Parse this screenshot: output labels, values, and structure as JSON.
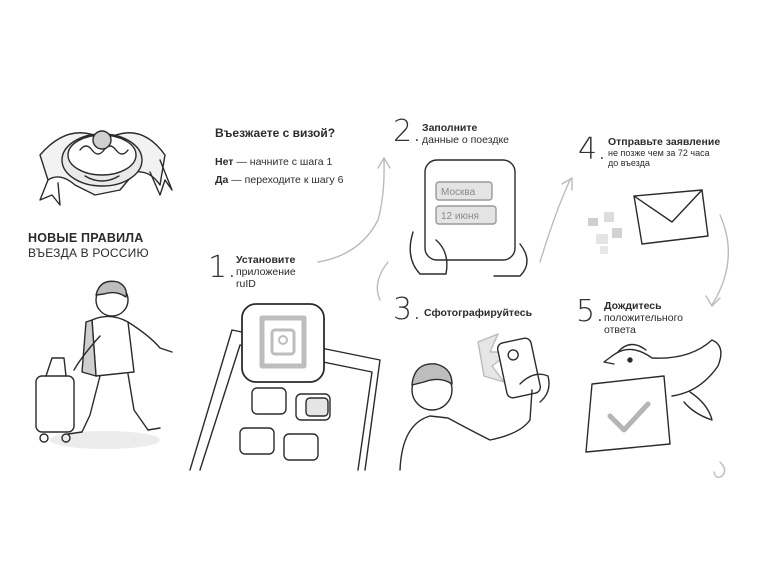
{
  "title": {
    "line1": "НОВЫЕ ПРАВИЛА",
    "line2": "ВЪЕЗДА В РОССИЮ"
  },
  "visa": {
    "question": "Въезжаете с визой?",
    "no_label": "Нет",
    "no_text": " — начните с шага 1",
    "yes_label": "Да",
    "yes_text": " — переходите к шагу 6"
  },
  "steps": [
    {
      "number": "1.",
      "heading": "Установите",
      "lines": [
        "приложение",
        "ruID"
      ]
    },
    {
      "number": "2.",
      "heading": "Заполните",
      "lines": [
        "данные о поездке"
      ]
    },
    {
      "number": "3.",
      "heading": "Сфотографируйтесь",
      "lines": []
    },
    {
      "number": "4.",
      "heading": "Отправьте заявление",
      "lines": [
        "не позже чем за 72 часа",
        "до въезда"
      ]
    },
    {
      "number": "5.",
      "heading": "Дождитесь",
      "lines": [
        "положительного",
        "ответа"
      ]
    }
  ],
  "phone_form": {
    "field1": "Москва",
    "field2": "12 июня"
  },
  "icons": [
    "bread-and-salt-icon",
    "traveler-illustration",
    "app-icon",
    "phone-form-icon",
    "selfie-illustration",
    "envelope-icon",
    "dove-icon",
    "check-letter-icon"
  ],
  "colors": {
    "ink": "#2b2b2b",
    "gray": "#b9b9b9",
    "light": "#e6e6e6"
  }
}
